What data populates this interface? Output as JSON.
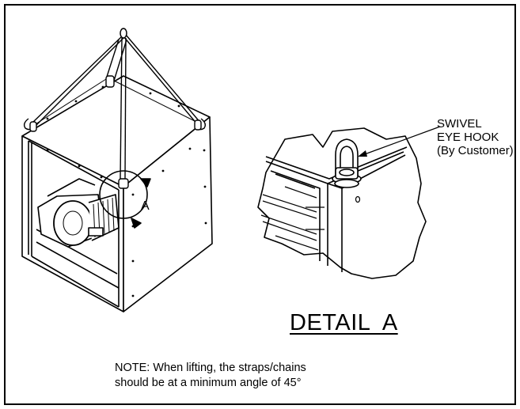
{
  "callout": {
    "line1": "SWIVEL",
    "line2": "EYE HOOK",
    "line3": "(By Customer)"
  },
  "detail_marker": "A",
  "detail_title": "DETAIL  A",
  "note": {
    "line1": "NOTE: When lifting, the straps/chains",
    "line2": "should be at a minimum angle of 45°"
  },
  "colors": {
    "line": "#000000",
    "background": "#ffffff"
  }
}
